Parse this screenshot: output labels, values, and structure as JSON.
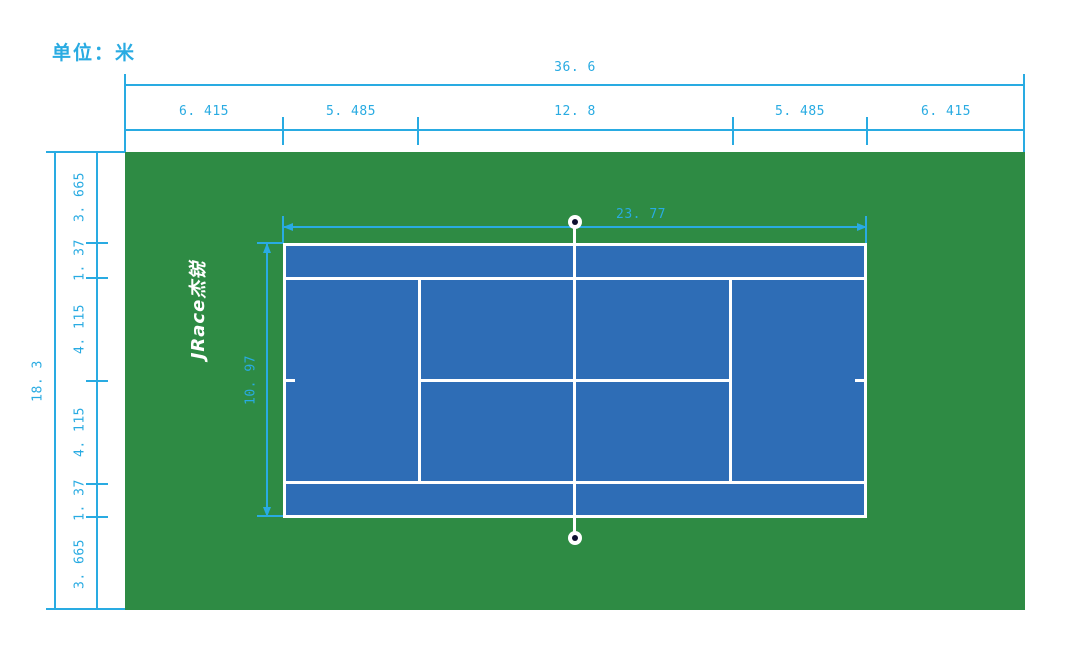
{
  "colors": {
    "surround_green": "#2e8b44",
    "court_blue": "#2e6db6",
    "line_white": "#ffffff",
    "dim_cyan": "#29abe2",
    "post_dark": "#0d1030",
    "background": "#ffffff"
  },
  "unit_label": "单位：米",
  "logo": {
    "text": "JRace杰锐"
  },
  "dimensions": {
    "top_total": {
      "label": "36. 6"
    },
    "top_segments": [
      {
        "label": "6. 415"
      },
      {
        "label": "5. 485"
      },
      {
        "label": "12. 8"
      },
      {
        "label": "5. 485"
      },
      {
        "label": "6. 415"
      }
    ],
    "left_total": {
      "label": "18. 3"
    },
    "left_segments": [
      {
        "label": "3. 665"
      },
      {
        "label": "1. 37"
      },
      {
        "label": "4. 115"
      },
      {
        "label": "4. 115"
      },
      {
        "label": "1. 37"
      },
      {
        "label": "3. 665"
      }
    ],
    "court_length": {
      "label": "23. 77"
    },
    "court_width": {
      "label": "10. 97"
    }
  }
}
